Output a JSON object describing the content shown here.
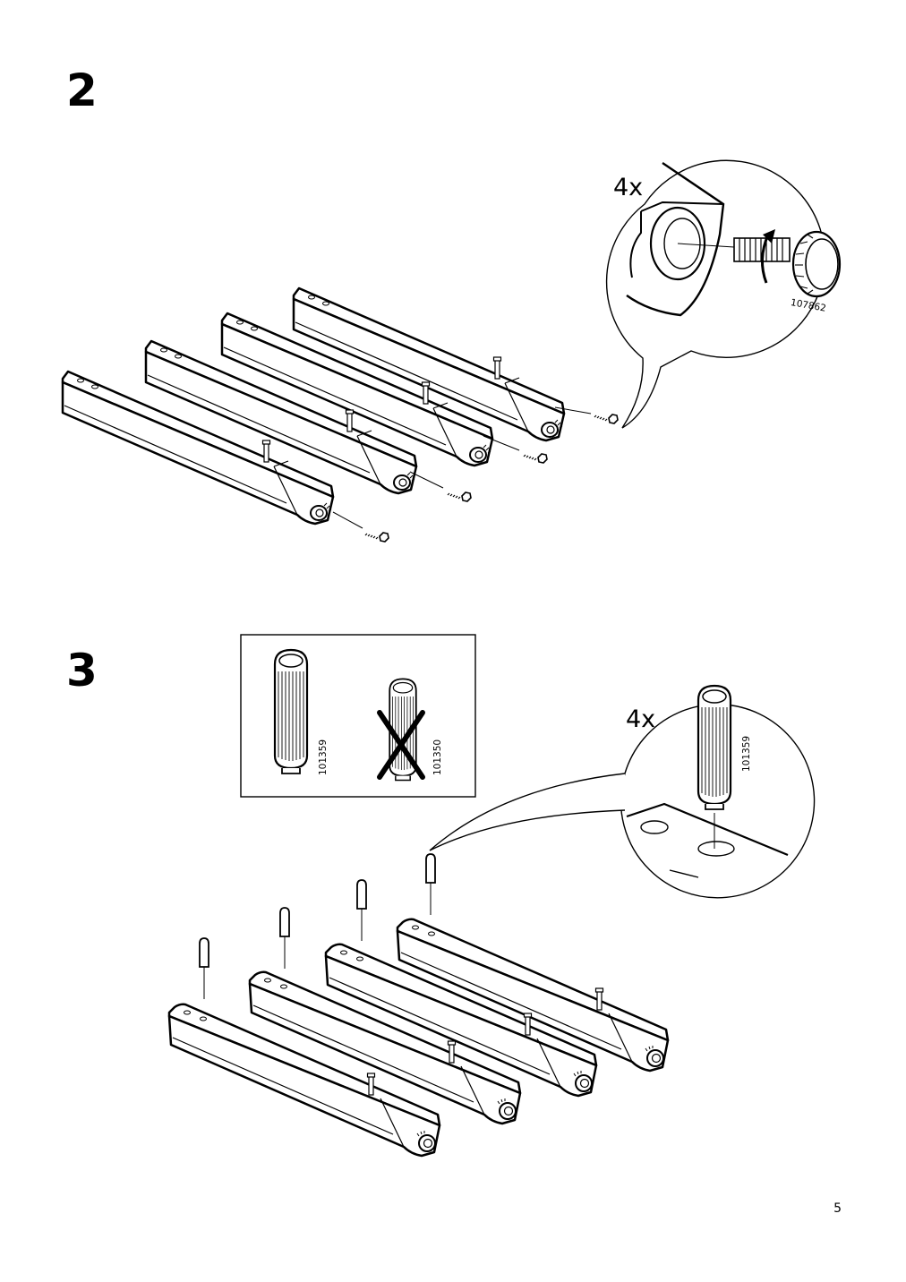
{
  "steps": [
    {
      "number": "2",
      "quantity": "4x",
      "part_numbers": [
        "107862"
      ]
    },
    {
      "number": "3",
      "quantity": "4x",
      "part_numbers": [
        "101359",
        "101350",
        "101359"
      ]
    }
  ],
  "page_number": "5",
  "icons": {
    "step2_parts": [
      "leg-icon",
      "screw-icon",
      "knob-icon",
      "rotate-arrow-icon"
    ],
    "step3_parts": [
      "leg-icon",
      "dowel-icon",
      "wrong-cross-icon"
    ]
  }
}
